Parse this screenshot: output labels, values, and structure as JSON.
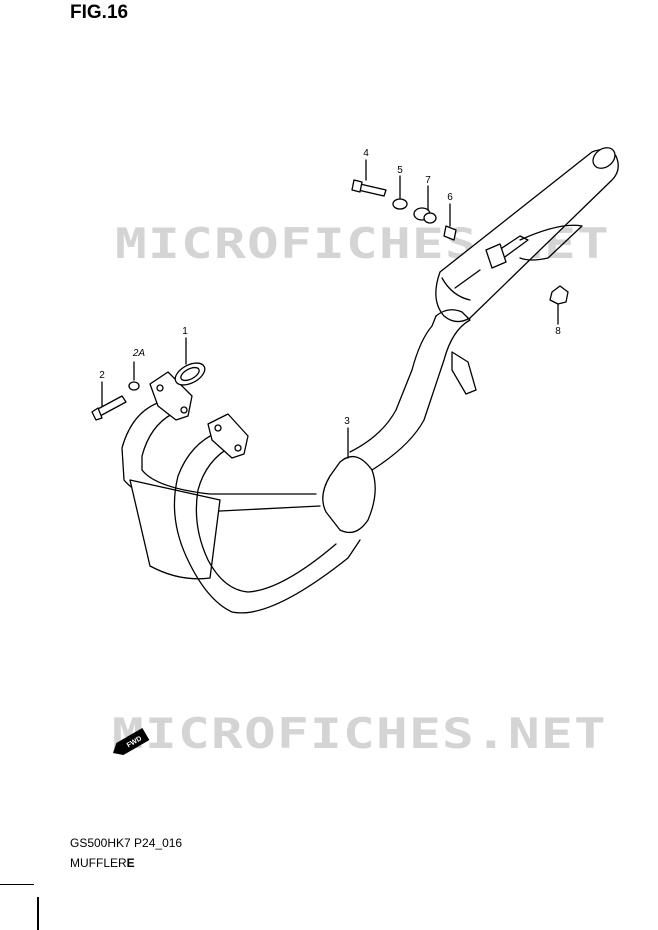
{
  "figure": {
    "title": "FIG.16"
  },
  "watermark": {
    "text": "MICROFICHES.NET",
    "color": "#d4d4d4"
  },
  "callouts": [
    {
      "id": "1",
      "label": "1"
    },
    {
      "id": "2A",
      "label": "2A"
    },
    {
      "id": "2",
      "label": "2"
    },
    {
      "id": "3",
      "label": "3"
    },
    {
      "id": "4",
      "label": "4"
    },
    {
      "id": "5",
      "label": "5"
    },
    {
      "id": "6",
      "label": "6"
    },
    {
      "id": "7",
      "label": "7"
    },
    {
      "id": "8",
      "label": "8"
    }
  ],
  "forward_badge": {
    "label": "FWD"
  },
  "footer": {
    "code": "GS500HK7 P24_016",
    "name": "MUFFLER",
    "symbol": "E"
  },
  "colors": {
    "line": "#000000",
    "watermark": "#d4d4d4",
    "background": "#ffffff"
  }
}
